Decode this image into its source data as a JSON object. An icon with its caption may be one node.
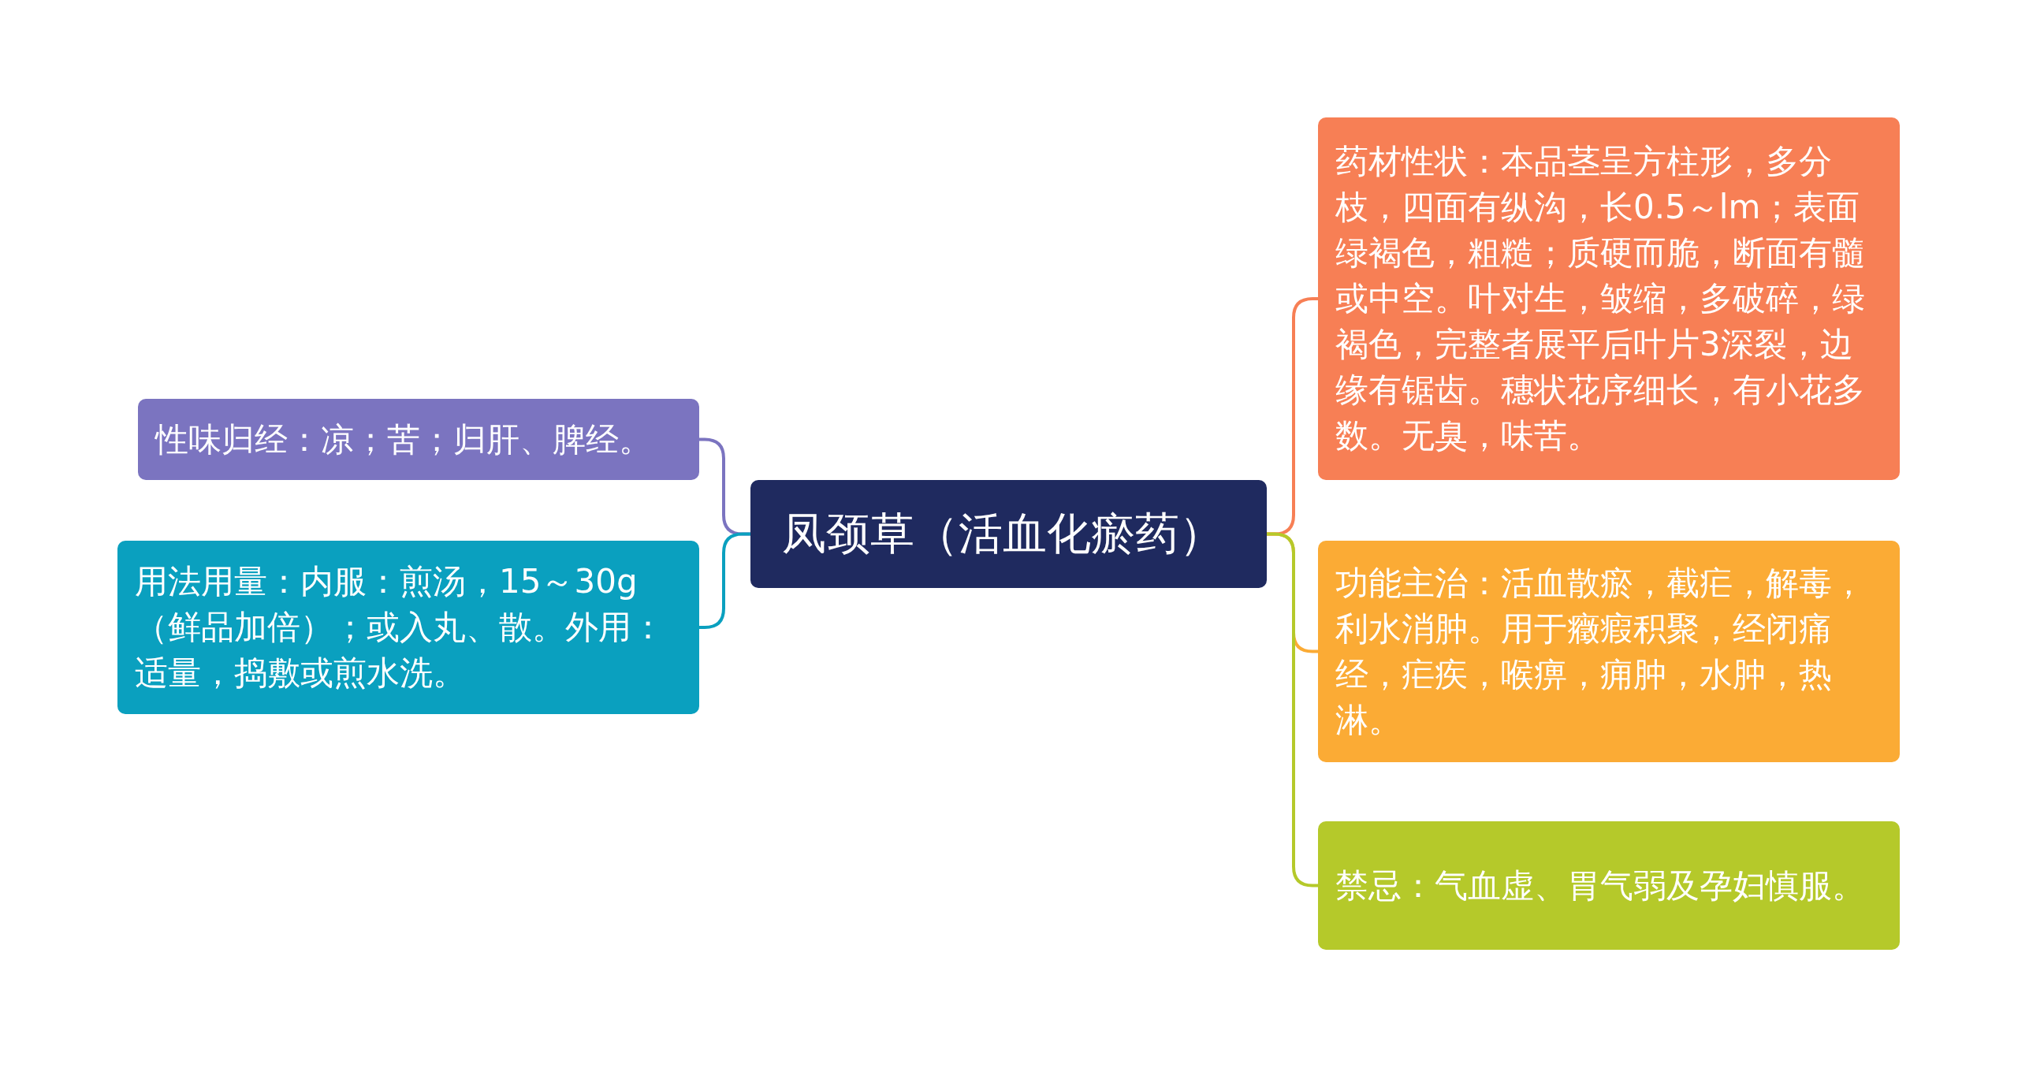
{
  "diagram": {
    "nodes": [
      {
        "text": [
          "凤颈草（活血化瘀药）"
        ]
      },
      {
        "text": [
          "性味归经：凉；苦；归肝、脾经。"
        ]
      },
      {
        "text": [
          "用法用量：内服：煎汤，15～30g（鲜品加倍）；或入丸、散。外用：适量，捣敷或煎水洗。"
        ]
      },
      {
        "text": [
          "药材性状：本品茎呈方柱形，多分枝，四面有纵沟，长0.5～lm；表面绿褐色，粗糙；质硬而脆，断面有髓或中空。叶对生，皱缩，多破碎，绿褐色，完整者展平后叶片3深裂，边缘有锯齿。穗状花序细长，有小花多数。无臭，味苦。"
        ]
      },
      {
        "text": [
          "功能主治：活血散瘀，截疟，解毒，利水消肿。用于癥瘕积聚，经闭痛经，疟疾，喉痹，痈肿，水肿，热淋。"
        ]
      },
      {
        "text": [
          "禁忌：气血虚、胃气弱及孕妇慎服。"
        ]
      }
    ],
    "edges": [
      {
        "from": 0,
        "to": 1,
        "arrow": "none",
        "color": "#7b74c0"
      },
      {
        "from": 0,
        "to": 2,
        "arrow": "none",
        "color": "#0aa0bf"
      },
      {
        "from": 0,
        "to": 3,
        "arrow": "none",
        "color": "#f77f55"
      },
      {
        "from": 0,
        "to": 4,
        "arrow": "none",
        "color": "#fbab35"
      },
      {
        "from": 0,
        "to": 5,
        "arrow": "none",
        "color": "#b5c92a"
      }
    ]
  }
}
